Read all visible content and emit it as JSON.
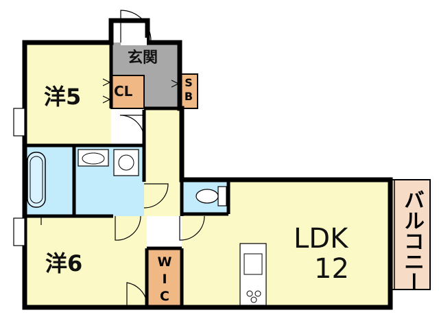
{
  "rooms": {
    "western_room_1": "洋5",
    "western_room_2": "洋6",
    "entrance": "玄関",
    "closet": "CL",
    "shoe_box": [
      "S",
      "B"
    ],
    "walk_in_closet": [
      "W",
      "I",
      "C"
    ],
    "ldk_name": "LDK",
    "ldk_size": "12",
    "balcony": "バルコニー"
  },
  "colors": {
    "wall": "#000000",
    "room_floor": "#fbfac6",
    "wet_area": "#c2ecfb",
    "entrance_floor": "#a8a8a8",
    "closet_floor": "#f0b884",
    "balcony_floor": "#f6dbc6"
  }
}
